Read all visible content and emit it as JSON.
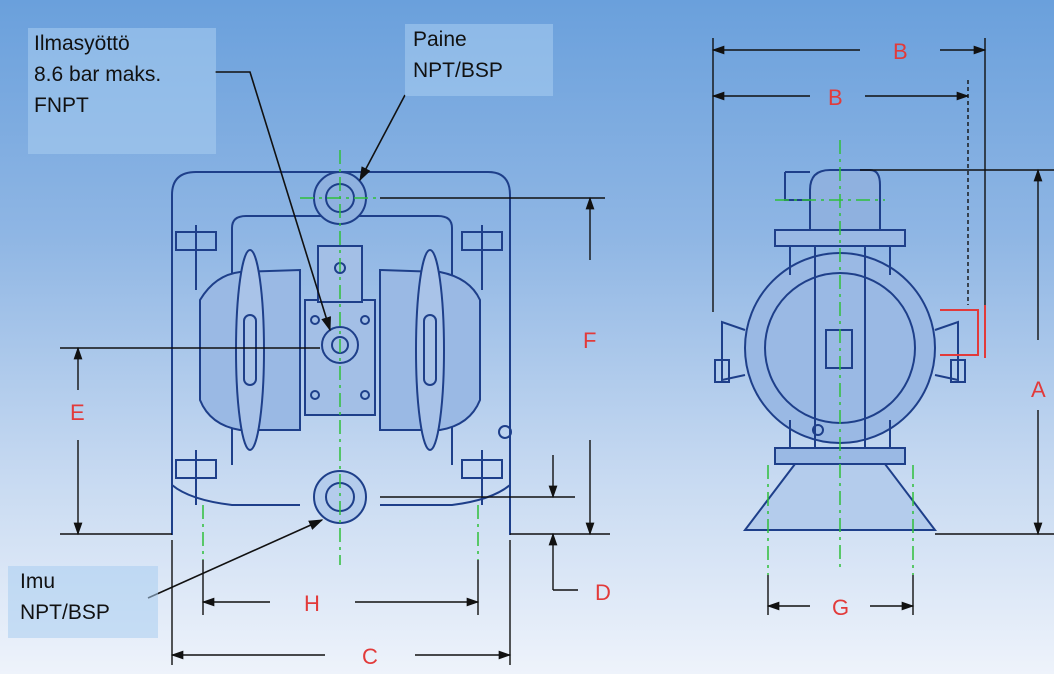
{
  "callouts": {
    "air_inlet": {
      "line1": "Ilmasyöttö",
      "line2": "8.6 bar maks.",
      "line3": "FNPT"
    },
    "discharge": {
      "line1": "Paine",
      "line2": "NPT/BSP"
    },
    "suction": {
      "line1": "Imu",
      "line2": "NPT/BSP"
    }
  },
  "dimensions": {
    "A": "A",
    "B": "B",
    "C": "C",
    "D": "D",
    "E": "E",
    "F": "F",
    "G": "G",
    "H": "H"
  },
  "colors": {
    "outline": "#1e3f8a",
    "dimension": "#e23a3a",
    "centerline": "#2fbf3a",
    "leader": "#111111"
  }
}
